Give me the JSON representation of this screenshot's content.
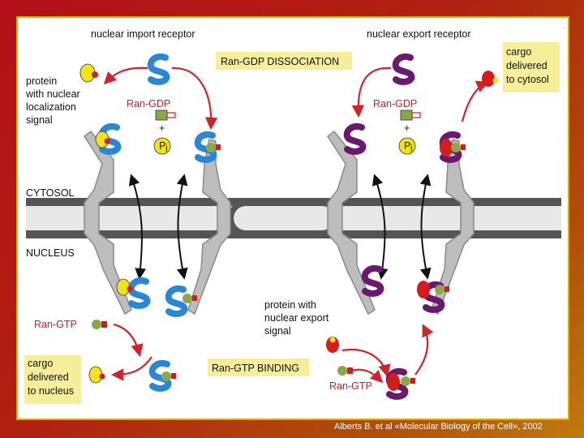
{
  "labels": {
    "nuclear_import_receptor": "nuclear import receptor",
    "nuclear_export_receptor": "nuclear export receptor",
    "ran_gdp_dissociation": "Ran-GDP DISSOCIATION",
    "ran_gtp_binding": "Ran-GTP BINDING",
    "nls_line1": "protein",
    "nls_line2": "with nuclear",
    "nls_line3": "localization",
    "nls_line4": "signal",
    "ran_gdp_left": "Ran-GDP",
    "ran_gdp_right": "Ran-GDP",
    "pi_left": "P",
    "pi_right": "P",
    "pi_sub": "i",
    "plus": "+",
    "cytosol": "CYTOSOL",
    "nucleus": "NUCLEUS",
    "ran_gtp_left": "Ran-GTP",
    "ran_gtp_right": "Ran-GTP",
    "cargo_nucleus_line1": "cargo",
    "cargo_nucleus_line2": "delivered",
    "cargo_nucleus_line3": "to nucleus",
    "cargo_cytosol_line1": "cargo",
    "cargo_cytosol_line2": "delivered",
    "cargo_cytosol_line3": "to cytosol",
    "nes_line1": "protein with",
    "nes_line2": "nuclear export",
    "nes_line3": "signal"
  },
  "credit": "Alberts B. et al «Molecular Biology of the Cell», 2002",
  "colors": {
    "import_receptor": "#2b86d6",
    "export_receptor": "#6a1a6e",
    "cargo_yellow": "#f2e21a",
    "cargo_red": "#d51c1c",
    "ran_green": "#8aa84a",
    "label_box": "#f6ee9a",
    "pore_gray": "#b9b9b9"
  }
}
